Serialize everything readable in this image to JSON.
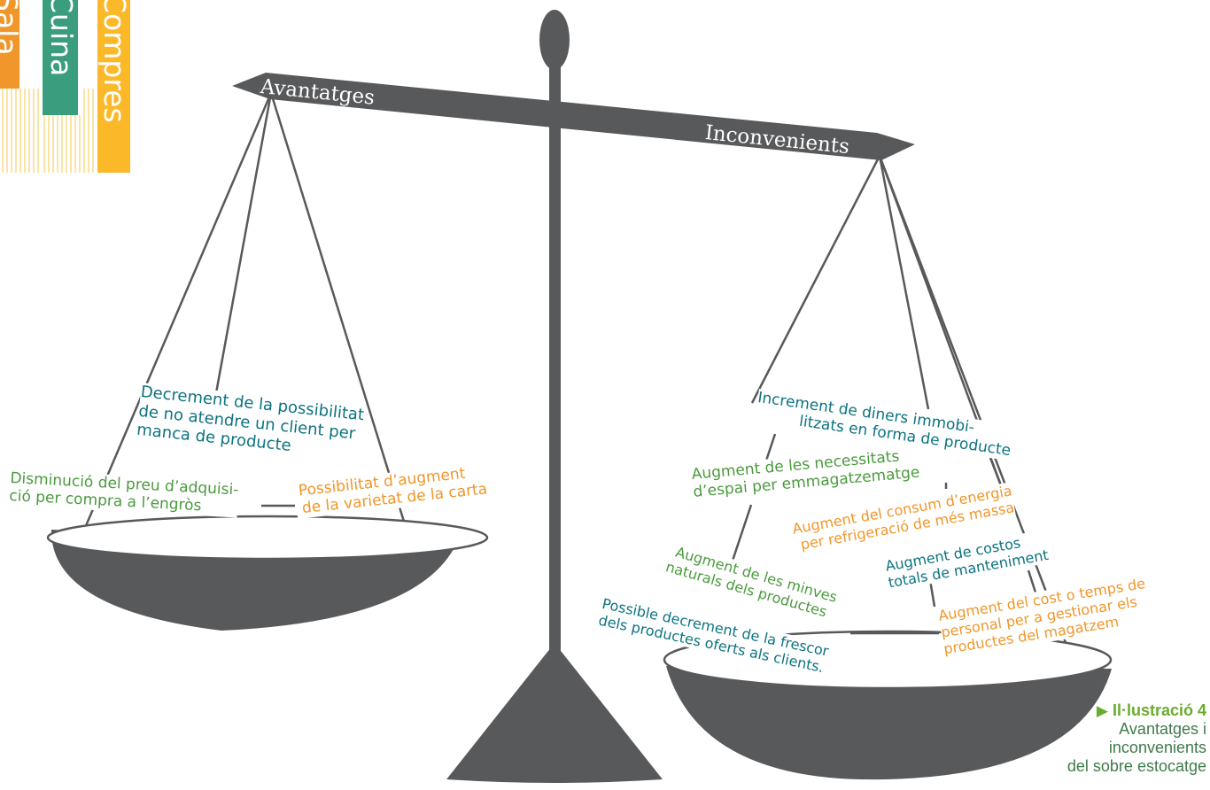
{
  "tabs": {
    "sala": "Sala",
    "cuina": "Cuina",
    "compres": "Compres"
  },
  "beam": {
    "left_label": "Avantatges",
    "right_label": "Inconvenients"
  },
  "advantages": {
    "decrement": [
      "Decrement de la possibilitat",
      "de no atendre un client per",
      "manca de producte"
    ],
    "disminucio": [
      "Disminució del preu d’adquisi-",
      "ció per compra a l’engròs"
    ],
    "possibilitat": [
      "Possibilitat d’augment",
      "de la varietat de la carta"
    ]
  },
  "disadvantages": {
    "increment": [
      "Increment de diners immobi-",
      "litzats en forma de producte"
    ],
    "espai": [
      "Augment de les necessitats",
      "d’espai per emmagatzematge"
    ],
    "energia": [
      "Augment del consum d’energia",
      "per refrigeració de més massa"
    ],
    "costos": [
      "Augment de costos",
      "totals de manteniment"
    ],
    "minves": [
      "Augment de les minves",
      "naturals dels productes"
    ],
    "frescor": [
      "Possible decrement de la frescor",
      "dels productes oferts als clients."
    ],
    "personal": [
      "Augment del cost o temps de",
      "personal per a gestionar els",
      "productes del magatzem"
    ]
  },
  "caption": {
    "marker": "▶",
    "title": "Il·lustració 4",
    "lines": [
      "Avantatges i",
      "inconvenients",
      "del sobre estocatge"
    ]
  },
  "colors": {
    "scale": "#58595b",
    "teal": "#0b7380",
    "green": "#4a9a3c",
    "orange": "#f0962a",
    "tab_sala": "#f0962a",
    "tab_cuina": "#3a9e7e",
    "tab_compres": "#fbb92a"
  }
}
